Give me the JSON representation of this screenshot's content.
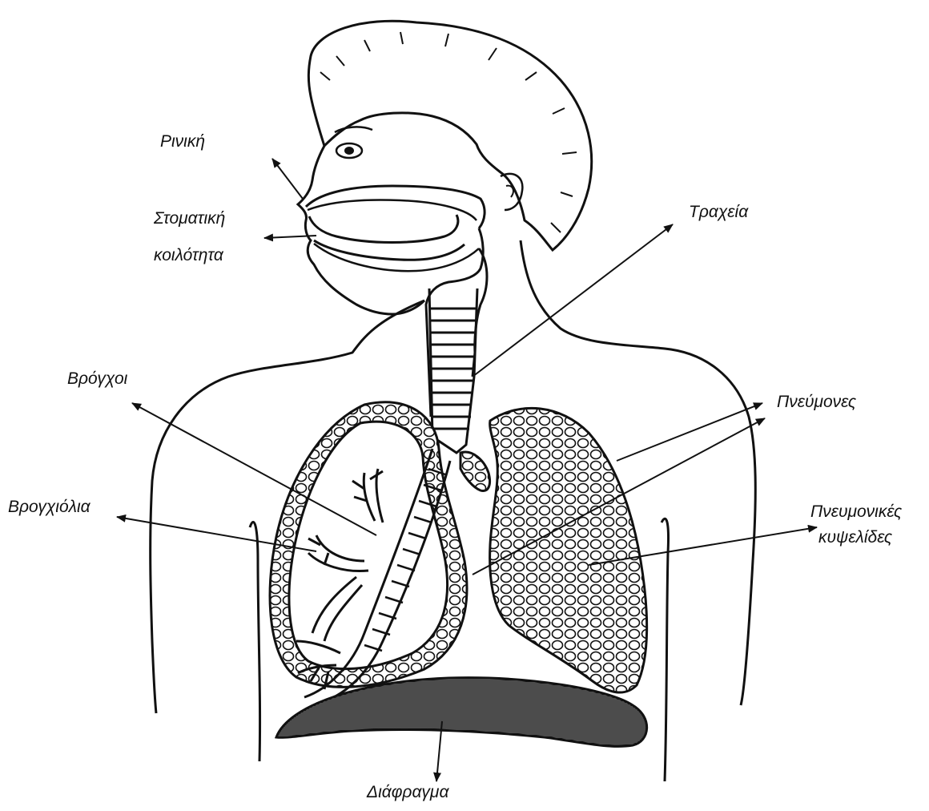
{
  "labels": {
    "nasal": "Ρινική",
    "oral_1": "Στοματική",
    "oral_2": "κοιλότητα",
    "trachea": "Τραχεία",
    "bronchi": "Βρόγχοι",
    "lungs": "Πνεύμονες",
    "bronchioles": "Βρογχιόλια",
    "alveoli_1": "Πνευμονικές",
    "alveoli_2": "κυψελίδες",
    "diaphragm": "Διάφραγμα"
  },
  "colors": {
    "ink": "#111111",
    "background": "#ffffff"
  }
}
